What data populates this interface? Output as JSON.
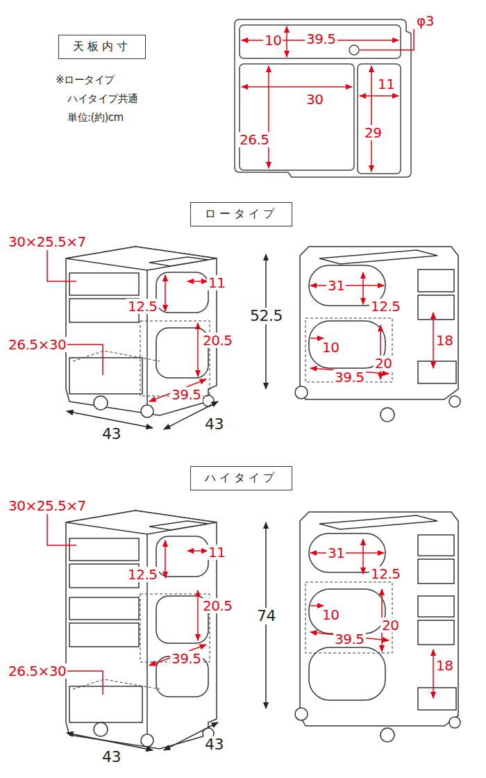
{
  "diagram": {
    "nodes": [
      {
        "text": [
          "天板内寸"
        ]
      },
      {
        "text": [
          "ロータイプ"
        ]
      },
      {
        "text": [
          "ハイタイプ"
        ]
      }
    ],
    "labels": [
      "※ロータイプ",
      "ハイタイプ共通",
      "単位:(約)cm",
      "10",
      "39.5",
      "φ3",
      "30",
      "11",
      "26.5",
      "29",
      "30×25.5×7",
      "11",
      "12.5",
      "20.5",
      "26.5×30",
      "39.5",
      "52.5",
      "43",
      "43",
      "31",
      "12.5",
      "10",
      "20",
      "18",
      "39.5",
      "30×25.5×7",
      "11",
      "12.5",
      "20.5",
      "39.5",
      "26.5×30",
      "74",
      "43",
      "43",
      "31",
      "12.5",
      "10",
      "20",
      "39.5",
      "18"
    ]
  }
}
